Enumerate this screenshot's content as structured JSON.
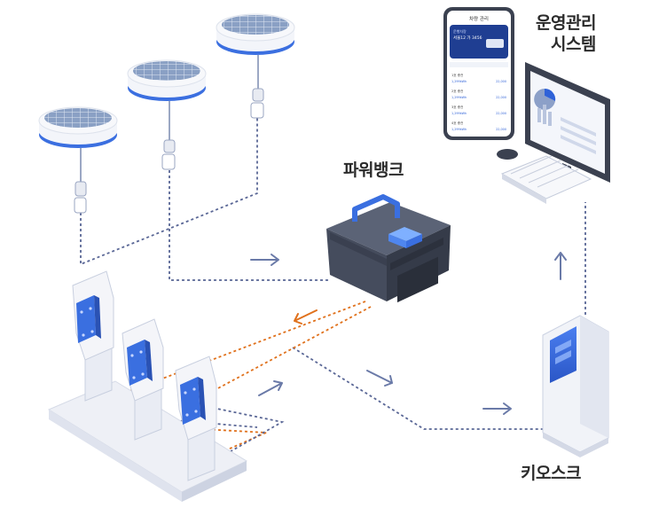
{
  "labels": {
    "ops_line1": "운영관리",
    "ops_line2": "시스템",
    "powerbank": "파워뱅크",
    "kiosk": "키오스크"
  },
  "phone": {
    "title": "차량 관리",
    "card_line1": "운행차량",
    "card_line2": "서울12 가 3456",
    "rows": [
      {
        "name": "1호 충전",
        "v1": "1,299kWh",
        "v2": "22,000"
      },
      {
        "name": "2호 충전",
        "v1": "1,299kWh",
        "v2": "22,000"
      },
      {
        "name": "3호 충전",
        "v1": "1,299kWh",
        "v2": "22,000"
      },
      {
        "name": "4호 충전",
        "v1": "1,299kWh",
        "v2": "22,000"
      }
    ]
  },
  "colors": {
    "line_power": "#e0711c",
    "line_data": "#5a6796",
    "arrow": "#6a7aa8",
    "accent_blue": "#2f62d8",
    "screen_blue": "#3a6fe0",
    "box_dark": "#3f4656",
    "text": "#2b2b2b"
  }
}
